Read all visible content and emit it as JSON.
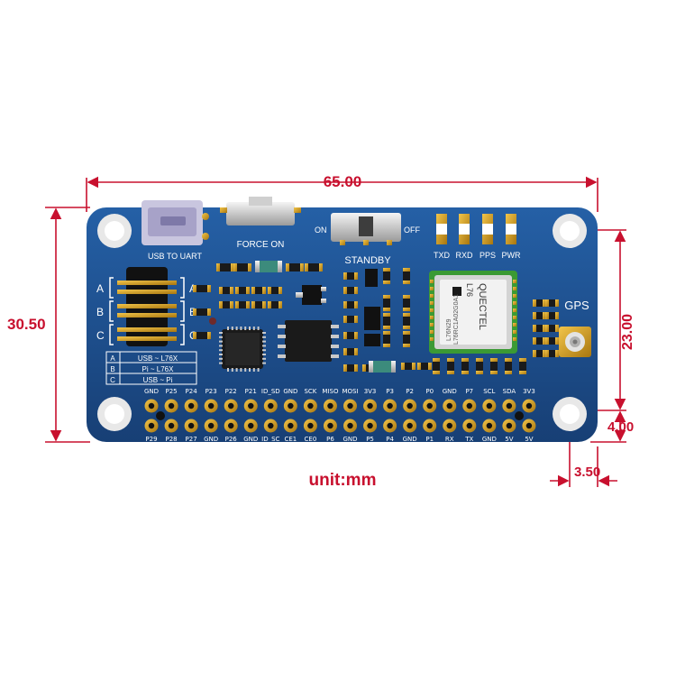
{
  "dimensions": {
    "width": "65.00",
    "height": "30.50",
    "hole_spacing_v": "23.00",
    "hole_offset_v": "4.00",
    "hole_offset_h": "3.50",
    "unit": "unit:mm"
  },
  "board": {
    "usb_label": "USB TO UART",
    "force_on_label": "FORCE ON",
    "switch_on": "ON",
    "switch_off": "OFF",
    "standby_label": "STANDBY",
    "leds": [
      "TXD",
      "RXD",
      "PPS",
      "PWR"
    ],
    "gps_label": "GPS",
    "jumper_letters": [
      "A",
      "B",
      "C"
    ],
    "jumper_table": [
      {
        "key": "A",
        "value": "USB ~ L76X"
      },
      {
        "key": "B",
        "value": "Pi ~ L76X"
      },
      {
        "key": "C",
        "value": "USB ~ Pi"
      }
    ],
    "module_brand": "QUECTEL",
    "module_model": "L76",
    "module_line1": "L76N29",
    "module_line2": "L76RC1A02G0A1"
  },
  "header_pins": {
    "top": [
      "GND",
      "P25",
      "P24",
      "P23",
      "P22",
      "P21",
      "ID_SD",
      "GND",
      "SCK",
      "MISO",
      "MOSI",
      "3V3",
      "P3",
      "P2",
      "P0",
      "GND",
      "P7",
      "SCL",
      "SDA",
      "3V3"
    ],
    "bottom": [
      "P29",
      "P28",
      "P27",
      "GND",
      "P26",
      "GND",
      "ID_SC",
      "CE1",
      "CE0",
      "P6",
      "GND",
      "P5",
      "P4",
      "GND",
      "P1",
      "RX",
      "TX",
      "GND",
      "5V",
      "5V"
    ]
  },
  "colors": {
    "pcb": "#1d4f8c",
    "dimension": "#c8102e",
    "gold": "#d9a21f"
  }
}
